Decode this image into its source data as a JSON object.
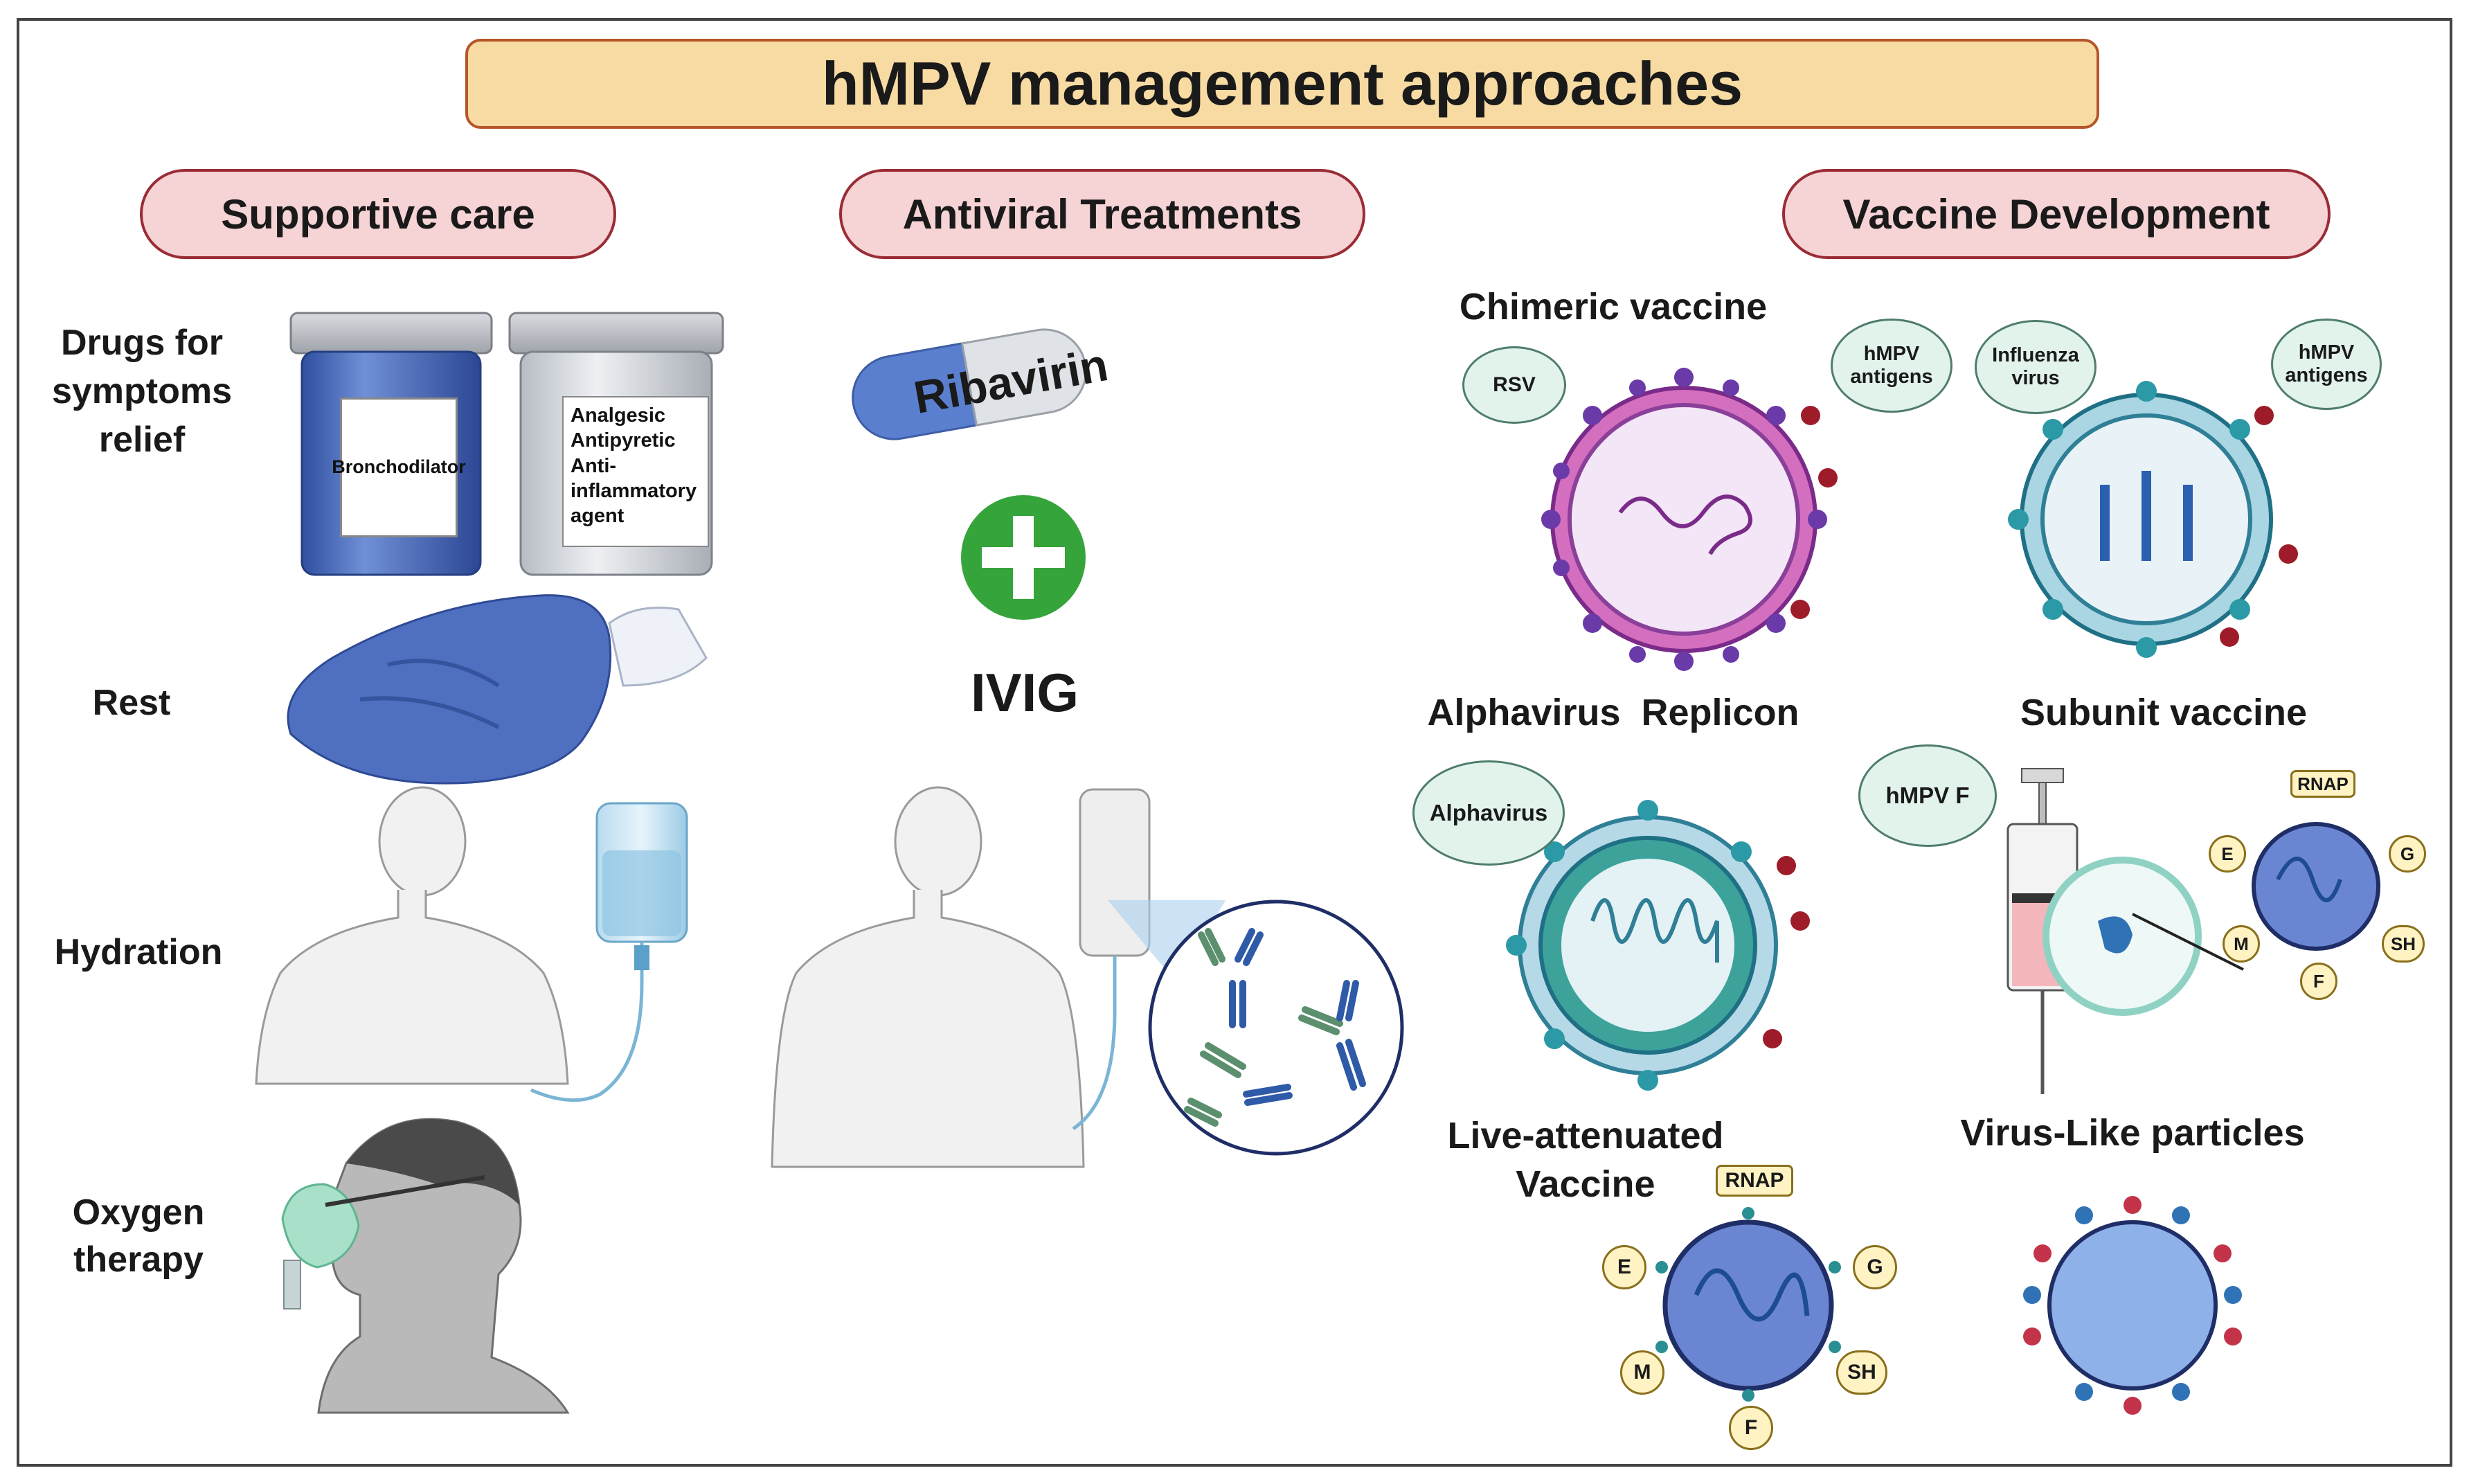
{
  "title": "hMPV management approaches",
  "sections": {
    "supportive": "Supportive care",
    "antiviral": "Antiviral Treatments",
    "vaccine": "Vaccine Development"
  },
  "supportive_items": {
    "drugs": "Drugs for\nsymptoms\nrelief",
    "rest": "Rest",
    "hydration": "Hydration",
    "oxygen": "Oxygen\ntherapy"
  },
  "bottles": {
    "left_label": "Bronchodilator",
    "right_label": "Analgesic\nAntipyretic\nAnti-\ninflammatory\nagent"
  },
  "antiviral_items": {
    "pill_label": "Ribavirin",
    "ivig_label": "IVIG"
  },
  "vaccines": {
    "chimeric": "Chimeric vaccine",
    "alphavirus_replicon": "Alphavirus  Replicon",
    "subunit": "Subunit vaccine",
    "live_attenuated": "Live-attenuated\nVaccine",
    "vlp": "Virus-Like particles"
  },
  "bubbles": {
    "rsv": "RSV",
    "hmpv_antigens_1": "hMPV\nantigens",
    "influenza_virus": "Influenza\nvirus",
    "hmpv_antigens_2": "hMPV\nantigens",
    "alphavirus": "Alphavirus",
    "hmpv_f": "hMPV F"
  },
  "genome_labels": {
    "rnap": "RNAP",
    "e": "E",
    "g": "G",
    "m": "M",
    "sh": "SH",
    "f": "F"
  },
  "colors": {
    "title_fill": "#f7dba2",
    "pill_fill": "#f6d3d5",
    "bubble_fill": "#e2f3ec",
    "plus_green": "#35a43a"
  }
}
